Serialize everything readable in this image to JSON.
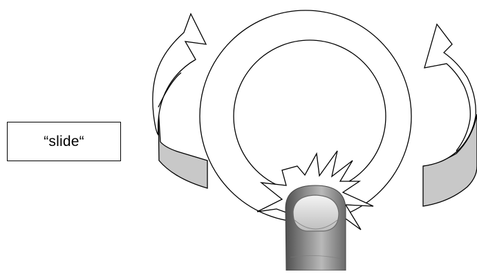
{
  "gesture": {
    "label": "“slide“",
    "name": "slide"
  },
  "icons": {
    "ring": "circular-ring",
    "left_arrow": "curved-arrow-counterclockwise-icon",
    "right_arrow": "curved-arrow-clockwise-icon",
    "touch": "touch-burst-icon",
    "finger": "finger-icon"
  },
  "colors": {
    "stroke": "#000000",
    "arrow_shade": "#c8c8c8",
    "finger_dark": "#6f6f6f",
    "finger_light": "#d9d9d9",
    "background": "#ffffff"
  }
}
